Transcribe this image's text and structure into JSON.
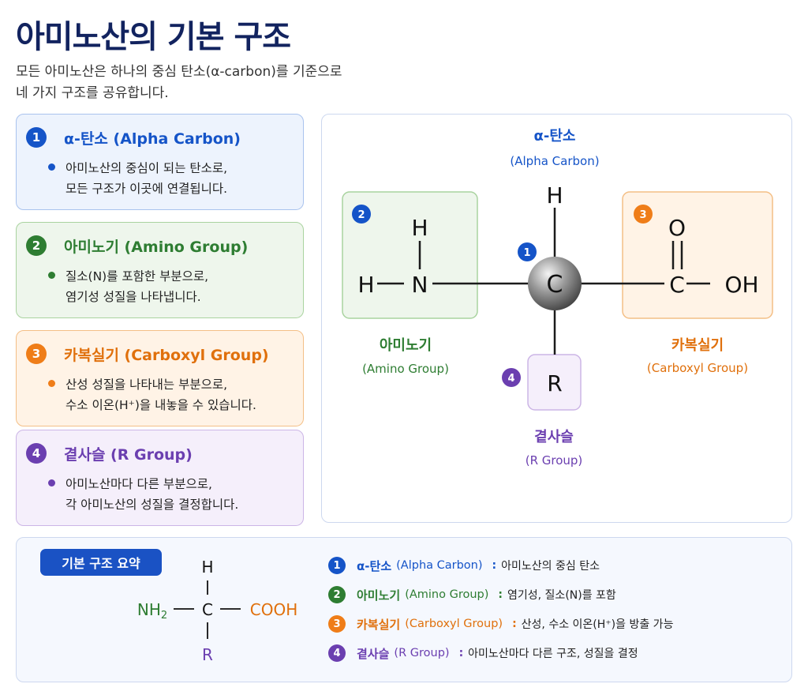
{
  "title": "아미노산의 기본 구조",
  "subtitle": [
    "모든 아미노산은 하나의 중심 탄소(α-carbon)를 기준으로",
    "네 가지 구조를 공유합니다."
  ],
  "colors": {
    "blue": "#1554c8",
    "green": "#2e7d32",
    "orange": "#ef7d18",
    "purple": "#6b3fb0"
  },
  "cards": [
    {
      "num": "1",
      "title": "α-탄소 (Alpha Carbon)",
      "lines": [
        "아미노산의 중심이 되는 탄소로,",
        "모든 구조가 이곳에 연결됩니다."
      ]
    },
    {
      "num": "2",
      "title": "아미노기 (Amino Group)",
      "lines": [
        "질소(N)를 포함한 부분으로,",
        "염기성 성질을 나타냅니다."
      ]
    },
    {
      "num": "3",
      "title": "카복실기 (Carboxyl Group)",
      "lines": [
        "산성 성질을 나타내는 부분으로,",
        "수소 이온(H⁺)을 내놓을 수 있습니다."
      ]
    },
    {
      "num": "4",
      "title": "곁사슬 (R Group)",
      "lines": [
        "아미노산마다 다른 부분으로,",
        "각 아미노산의 성질을 결정합니다."
      ]
    }
  ],
  "diagram": {
    "alpha_label": "α-탄소",
    "alpha_en": "(Alpha Carbon)",
    "atoms": {
      "c": "C",
      "h": "H",
      "n": "N",
      "o": "O",
      "oh": "OH",
      "r": "R"
    },
    "amino_label": "아미노기",
    "amino_en": "(Amino Group)",
    "carboxyl_label": "카복실기",
    "carboxyl_en": "(Carboxyl Group)",
    "r_label": "곁사슬",
    "r_en": "(R Group)",
    "nums": [
      "1",
      "2",
      "3",
      "4"
    ]
  },
  "summary": {
    "label": "기본 구조 요약",
    "formula": {
      "h": "H",
      "nh2": "NH",
      "sub2": "2",
      "c": "C",
      "cooh": "COOH",
      "r": "R"
    },
    "items": [
      {
        "num": "1",
        "label": "α-탄소",
        "en": "(Alpha Carbon)",
        "colon": ":",
        "desc": "아미노산의 중심 탄소"
      },
      {
        "num": "2",
        "label": "아미노기",
        "en": "(Amino Group)",
        "colon": ":",
        "desc": "염기성, 질소(N)를 포함"
      },
      {
        "num": "3",
        "label": "카복실기",
        "en": "(Carboxyl Group)",
        "colon": ":",
        "desc": "산성, 수소 이온(H⁺)을 방출 가능"
      },
      {
        "num": "4",
        "label": "곁사슬",
        "en": "(R Group)",
        "colon": ":",
        "desc": "아미노산마다 다른 구조, 성질을 결정"
      }
    ]
  }
}
